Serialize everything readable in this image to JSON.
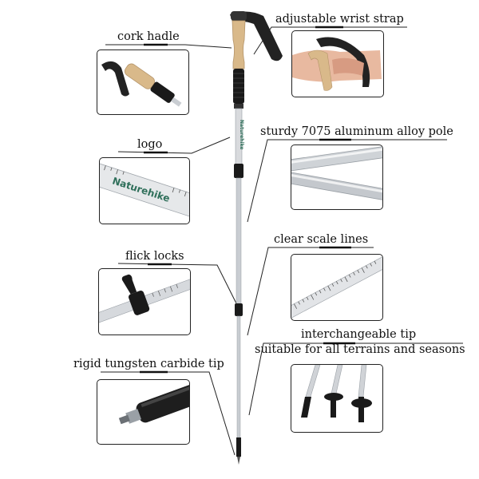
{
  "labels": {
    "cork_handle": "cork hadle",
    "wrist_strap": "adjustable wrist strap",
    "logo": "logo",
    "pole": "sturdy 7075 aluminum alloy pole",
    "flick_locks": "flick locks",
    "scale_lines": "clear scale lines",
    "tip_line1": "interchangeable tip",
    "tip_line2": "suitable for all terrains and seasons",
    "carbide_tip": "rigid tungsten carbide tip"
  },
  "brand": {
    "logo_text": "Naturehike"
  },
  "colors": {
    "cork": "#d9b98a",
    "grip": "#1a1a1a",
    "aluminum": "#c9cdd2",
    "logo_green": "#2f6f5a"
  }
}
